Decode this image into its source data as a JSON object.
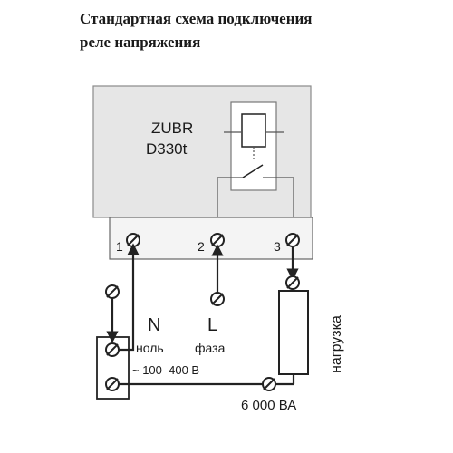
{
  "header": {
    "line1": "Стандартная схема подключения",
    "line2": "реле напряжения"
  },
  "device": {
    "brand": "ZUBR",
    "model": "D330t"
  },
  "terminals": [
    {
      "number": "1"
    },
    {
      "number": "2"
    },
    {
      "number": "3"
    }
  ],
  "neutral": {
    "letter": "N",
    "name": "ноль"
  },
  "phase": {
    "letter": "L",
    "name": "фаза"
  },
  "voltage_range": "~ 100–400 В",
  "load": {
    "name": "нагрузка",
    "power": "6 000 ВА"
  },
  "colors": {
    "device_body": "#e6e6e6",
    "terminal_block": "#f4f4f4",
    "wire": "#222222"
  }
}
